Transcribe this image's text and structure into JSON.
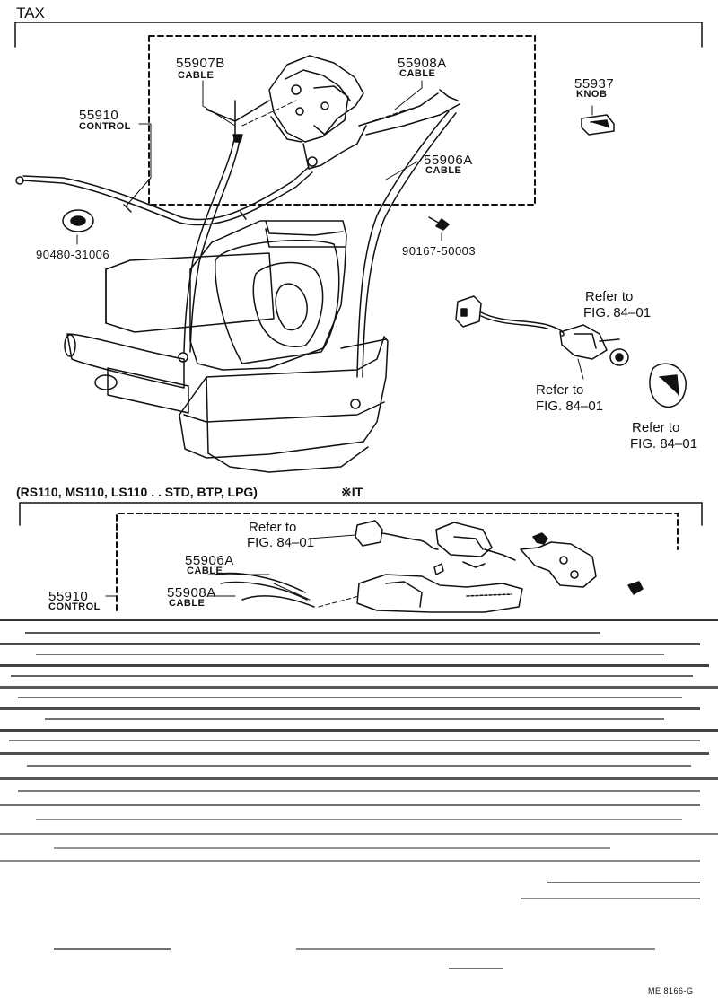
{
  "sections": {
    "top_title": "TAX",
    "bottom_title": "(RS110, MS110, LS110 . . STD, BTP, LPG)",
    "bottom_variant": "※IT"
  },
  "parts": {
    "p55907B": {
      "number": "55907B",
      "name": "CABLE"
    },
    "p55908A": {
      "number": "55908A",
      "name": "CABLE"
    },
    "p55937": {
      "number": "55937",
      "name": "KNOB"
    },
    "p55910": {
      "number": "55910",
      "name": "CONTROL"
    },
    "p55906A": {
      "number": "55906A",
      "name": "CABLE"
    },
    "p90480": {
      "number": "90480-31006"
    },
    "p90167": {
      "number": "90167-50003"
    }
  },
  "bottom_parts": {
    "p55906A": {
      "number": "55906A",
      "name": "CABLE"
    },
    "p55908A": {
      "number": "55908A",
      "name": "CABLE"
    },
    "p55910": {
      "number": "55910",
      "name": "CONTROL"
    }
  },
  "refs": {
    "ref1_line1": "Refer to",
    "ref1_line2": "FIG. 84–01",
    "ref2_line1": "Refer to",
    "ref2_line2": "FIG. 84–01",
    "ref3_line1": "Refer to",
    "ref3_line2": "FIG. 84–01",
    "ref4_line1": "Refer to",
    "ref4_line2": "FIG. 84–01"
  },
  "footer_code": "ME 8166-G"
}
